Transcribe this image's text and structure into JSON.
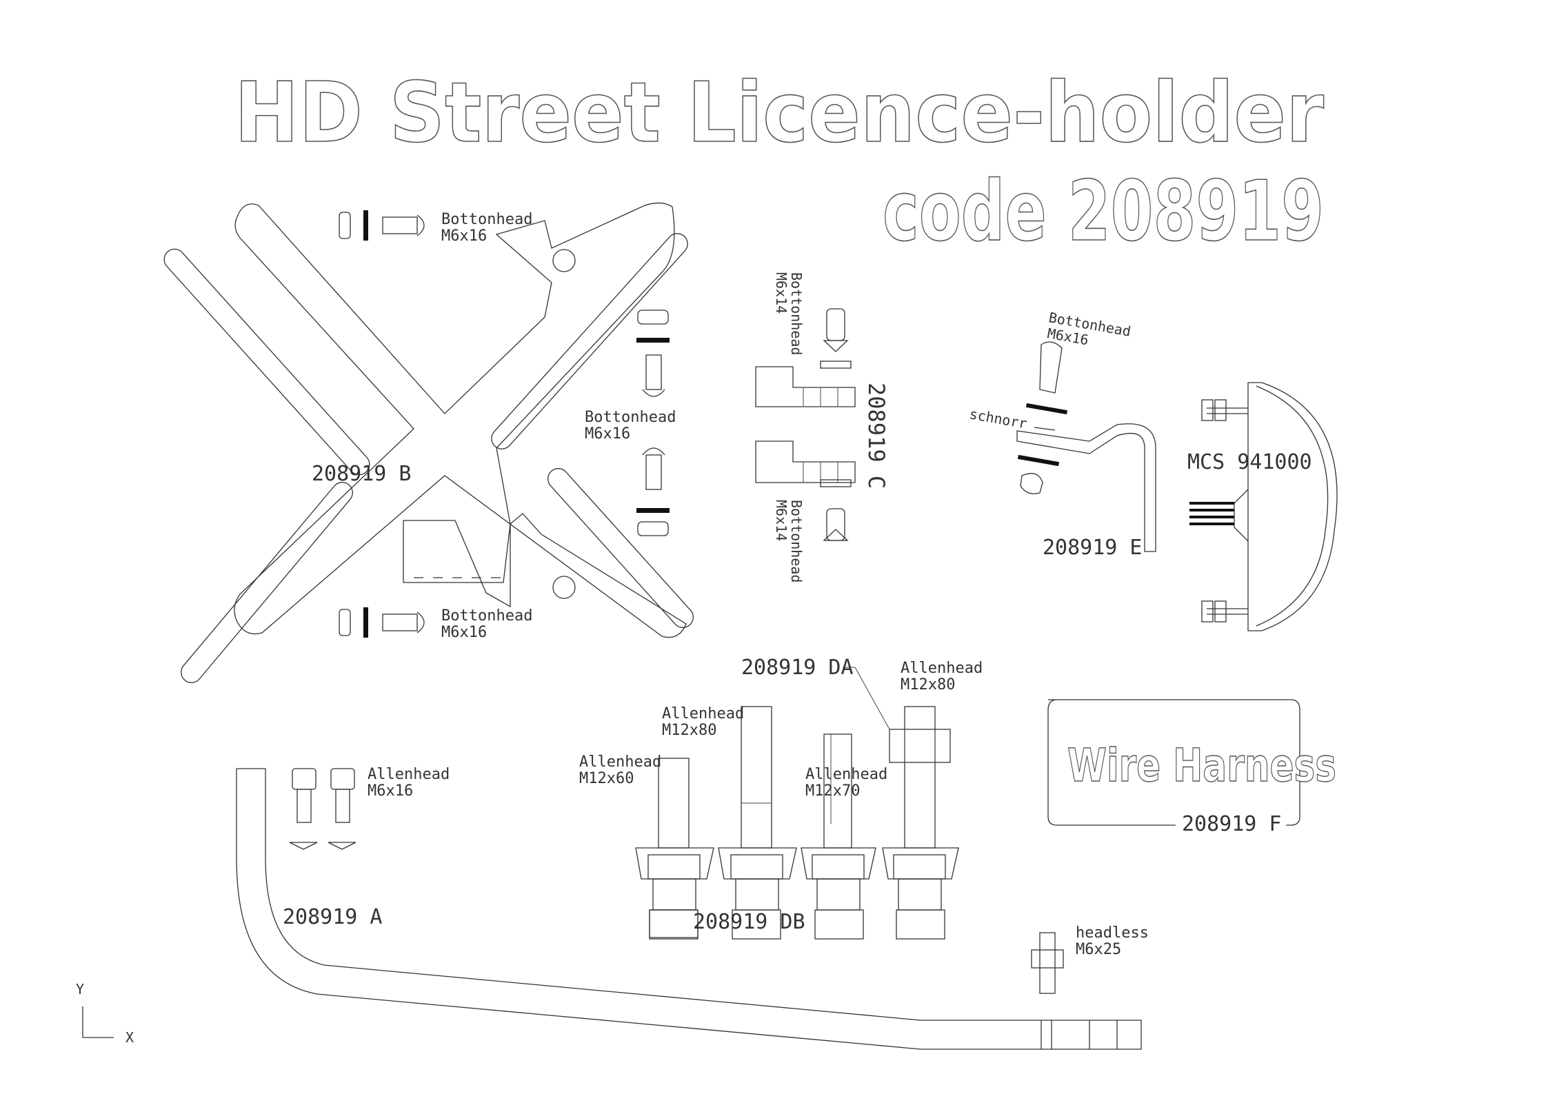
{
  "title": "HD Street Licence-holder",
  "subtitle": "code 208919",
  "parts": {
    "b": "208919 B",
    "c": "208919 C",
    "e": "208919 E",
    "a": "208919 A",
    "da": "208919 DA",
    "db": "208919 DB",
    "f": "208919 F",
    "mcs": "MCS 941000"
  },
  "fasteners": {
    "buttonhead": "Bottonhead",
    "allenhead": "Allenhead",
    "headless": "headless",
    "m6x16": "M6x16",
    "m6x14": "M6x14",
    "m6x25": "M6x25",
    "m12x60": "M12x60",
    "m12x70": "M12x70",
    "m12x80": "M12x80",
    "schnorr": "schnorr"
  },
  "wire_harness": "Wire Harness",
  "axes": {
    "y": "Y",
    "x": "X"
  },
  "colors": {
    "line": "#333333",
    "background": "#ffffff"
  }
}
